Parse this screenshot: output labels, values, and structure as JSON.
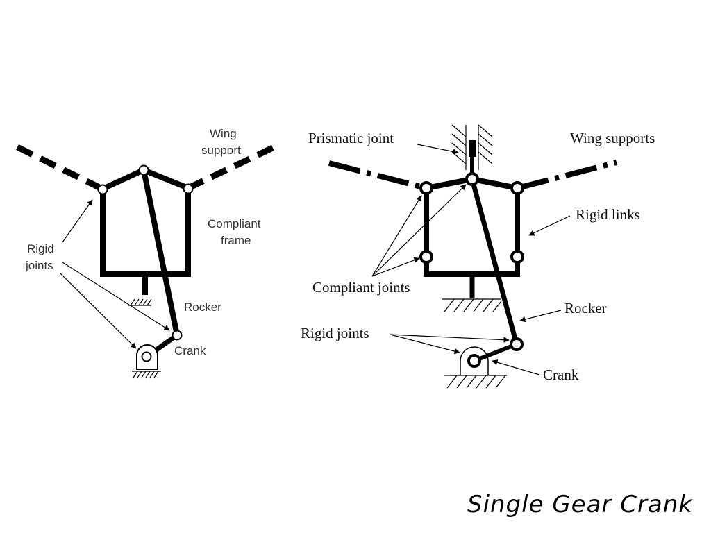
{
  "left_diagram": {
    "labels": {
      "wing_support_line1": "Wing",
      "wing_support_line2": "support",
      "compliant_frame_line1": "Compliant",
      "compliant_frame_line2": "frame",
      "rigid_joints_line1": "Rigid",
      "rigid_joints_line2": "joints",
      "rocker": "Rocker",
      "crank": "Crank"
    }
  },
  "right_diagram": {
    "labels": {
      "prismatic_joint": "Prismatic joint",
      "wing_supports": "Wing supports",
      "rigid_links": "Rigid links",
      "compliant_joints": "Compliant joints",
      "rocker": "Rocker",
      "rigid_joints": "Rigid  joints",
      "crank": "Crank"
    }
  },
  "caption": "Single Gear Crank"
}
